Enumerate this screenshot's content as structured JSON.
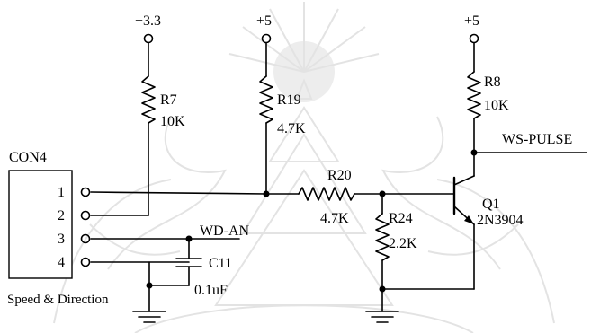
{
  "supplies": {
    "v33": "+3.3",
    "v5a": "+5",
    "v5b": "+5"
  },
  "resistors": {
    "r7": {
      "ref": "R7",
      "value": "10K"
    },
    "r19": {
      "ref": "R19",
      "value": "4.7K"
    },
    "r8": {
      "ref": "R8",
      "value": "10K"
    },
    "r20": {
      "ref": "R20",
      "value": "4.7K"
    },
    "r24": {
      "ref": "R24",
      "value": "2.2K"
    }
  },
  "connector": {
    "ref": "CON4",
    "pins": [
      "1",
      "2",
      "3",
      "4"
    ],
    "caption": "Speed & Direction"
  },
  "capacitor": {
    "ref": "C11",
    "value": "0.1uF"
  },
  "transistor": {
    "ref": "Q1",
    "part": "2N3904"
  },
  "nets": {
    "wd_an": "WD-AN",
    "ws_pulse": "WS-PULSE"
  }
}
